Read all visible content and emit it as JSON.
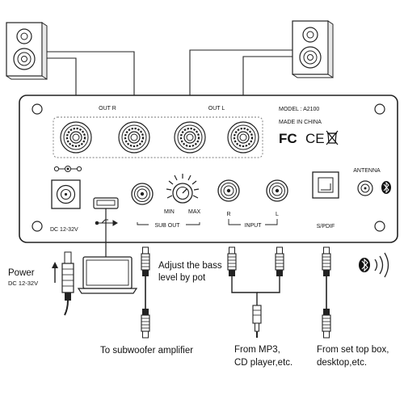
{
  "panel": {
    "out_r": "OUT R",
    "out_l": "OUT L",
    "model": "MODEL : A2100",
    "made_in": "MADE IN CHINA",
    "cert_fc": "FC",
    "cert_ce": "CE",
    "dc_label": "DC 12-32V",
    "sub_out": "SUB OUT",
    "min": "MIN",
    "max": "MAX",
    "input": "INPUT",
    "input_r": "R",
    "input_l": "L",
    "spdif": "S/PDIF",
    "antenna": "ANTENNA"
  },
  "callouts": {
    "power_line1": "Power",
    "power_line2": "DC 12-32V",
    "bass_line1": "Adjust the bass",
    "bass_line2": "level by pot",
    "subwoofer": "To subwoofer amplifier",
    "mp3_line1": "From MP3,",
    "mp3_line2": "CD player,etc.",
    "stb_line1": "From set top box,",
    "stb_line2": "desktop,etc."
  },
  "icons": [
    "speaker-icon",
    "binding-post-icon",
    "dc-jack-icon",
    "usb-icon",
    "rca-jack-icon",
    "potentiometer-icon",
    "optical-jack-icon",
    "antenna-jack-icon",
    "bluetooth-icon",
    "laptop-icon",
    "rca-plug-icon",
    "power-plug-icon",
    "weee-icon"
  ]
}
